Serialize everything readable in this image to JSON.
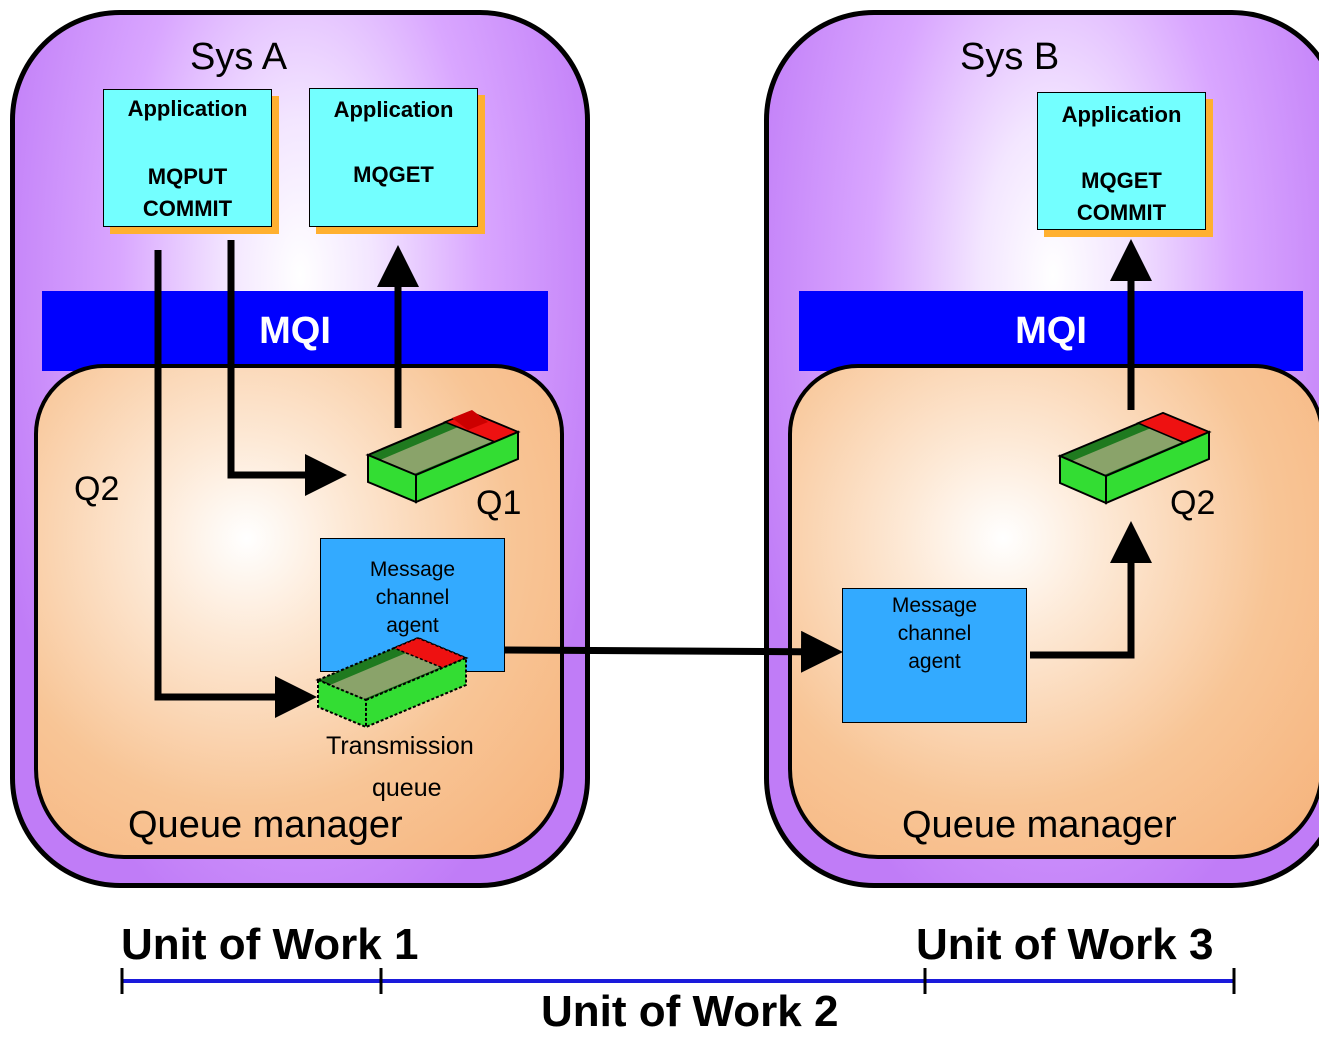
{
  "systems": [
    {
      "name": "Sys A",
      "mqi_label": "MQI",
      "queue_manager_label": "Queue manager",
      "apps": [
        {
          "title": "Application",
          "commands": [
            "MQPUT",
            "COMMIT"
          ]
        },
        {
          "title": "Application",
          "commands": [
            "MQGET"
          ]
        }
      ],
      "queue_labels": {
        "q2": "Q2",
        "q1": "Q1"
      },
      "mca_label": [
        "Message",
        "channel",
        "agent"
      ],
      "xmitq_label": [
        "Transmission",
        "queue"
      ]
    },
    {
      "name": "Sys B",
      "mqi_label": "MQI",
      "queue_manager_label": "Queue manager",
      "apps": [
        {
          "title": "Application",
          "commands": [
            "MQGET",
            "COMMIT"
          ]
        }
      ],
      "queue_labels": {
        "q2": "Q2"
      },
      "mca_label": [
        "Message",
        "channel",
        "agent"
      ]
    }
  ],
  "units_of_work": [
    "Unit of Work 1",
    "Unit of Work 2",
    "Unit of Work 3"
  ],
  "colors": {
    "system_bg": "#c07cf7",
    "mqi": "#0000ff",
    "queue_manager": "#f6b27a",
    "application": "#73ffff",
    "app_shadow": "#ffb030",
    "channel_agent": "#33aaff",
    "queue_green": "#33dd33",
    "queue_red": "#ee1111",
    "timeline": "#1a1adb"
  }
}
